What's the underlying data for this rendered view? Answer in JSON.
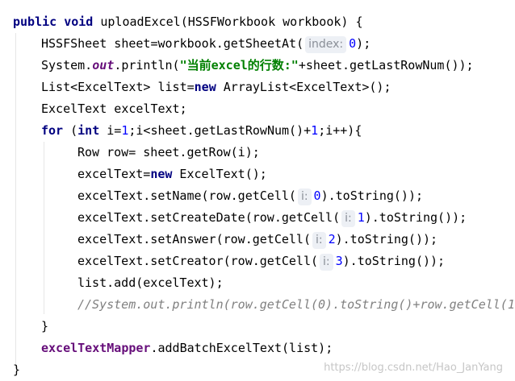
{
  "code": {
    "l1": [
      "public",
      "void",
      "uploadExcel(HSSFWorkbook workbook) {"
    ],
    "l2": [
      "HSSFSheet sheet=workbook.getSheetAt(",
      "index:",
      "0",
      ");"
    ],
    "l3": [
      "System.",
      "out",
      ".println(",
      "\"当前excel的行数:\"",
      "+sheet.getLastRowNum());"
    ],
    "l4": [
      "List<ExcelText> list=",
      "new",
      " ArrayList<ExcelText>();"
    ],
    "l5": [
      "ExcelText excelText;"
    ],
    "l6": [
      "for",
      " (",
      "int",
      " i=",
      "1",
      ";i<sheet.getLastRowNum()+",
      "1",
      ";i++){"
    ],
    "l7": [
      "Row row= sheet.getRow(i);"
    ],
    "l8": [
      "excelText=",
      "new",
      " ExcelText();"
    ],
    "l9": [
      "excelText.setName(row.getCell(",
      "i:",
      "0",
      ").toString());"
    ],
    "l10": [
      "excelText.setCreateDate(row.getCell(",
      "i:",
      "1",
      ").toString());"
    ],
    "l11": [
      "excelText.setAnswer(row.getCell(",
      "i:",
      "2",
      ").toString());"
    ],
    "l12": [
      "excelText.setCreator(row.getCell(",
      "i:",
      "3",
      ").toString());"
    ],
    "l13": [
      "list.add(excelText);"
    ],
    "l14": [
      "//System.out.println(row.getCell(0).toString()+row.getCell(1"
    ],
    "l15": [
      "}"
    ],
    "l16": [
      "excelTextMapper",
      ".addBatchExcelText(list);"
    ],
    "l17": [
      "}"
    ]
  },
  "watermark": "https://blog.csdn.net/Hao_JanYang",
  "colors": {
    "keyword": "#000080",
    "number": "#0000ff",
    "string": "#008000",
    "static_field": "#660e7a",
    "comment": "#808080",
    "hint_bg": "#edf0f5",
    "hint_fg": "#8a8f98"
  }
}
